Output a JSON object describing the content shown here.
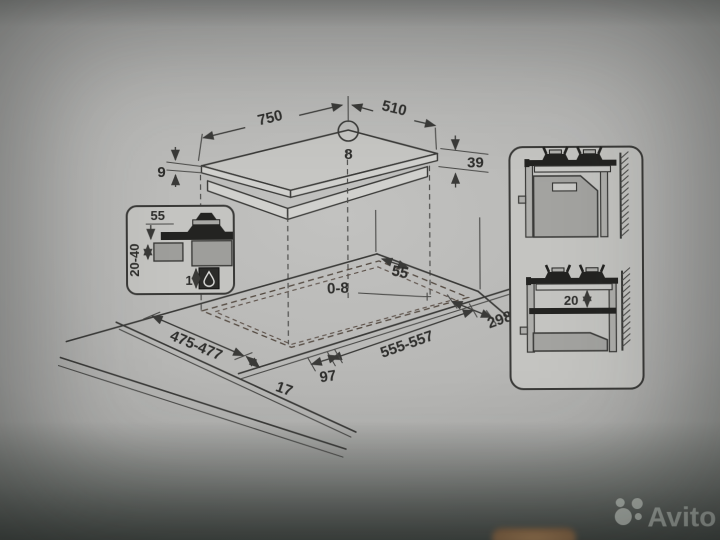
{
  "photo": {
    "watermark_brand": "Avito"
  },
  "hob": {
    "top_width": "750",
    "top_depth": "510",
    "hole_diameter": "8",
    "glass_thickness": "9",
    "body_height": "39"
  },
  "inset": {
    "overhang": "55",
    "worktop_thickness": "20-40",
    "clearance": "1"
  },
  "cutout": {
    "rear_offset": "55",
    "side_tolerance": "0-8",
    "rear_depth": "298",
    "depth_range": "475-477",
    "width_range": "555-557",
    "front_offset": "97",
    "min_side": "17"
  },
  "views": {
    "shelf_gap": "20"
  },
  "colors": {
    "line": "#3a3a38",
    "background": "#b7b7b5",
    "bottom_band": "#3f453f",
    "watermark": "#b7bcb6"
  }
}
